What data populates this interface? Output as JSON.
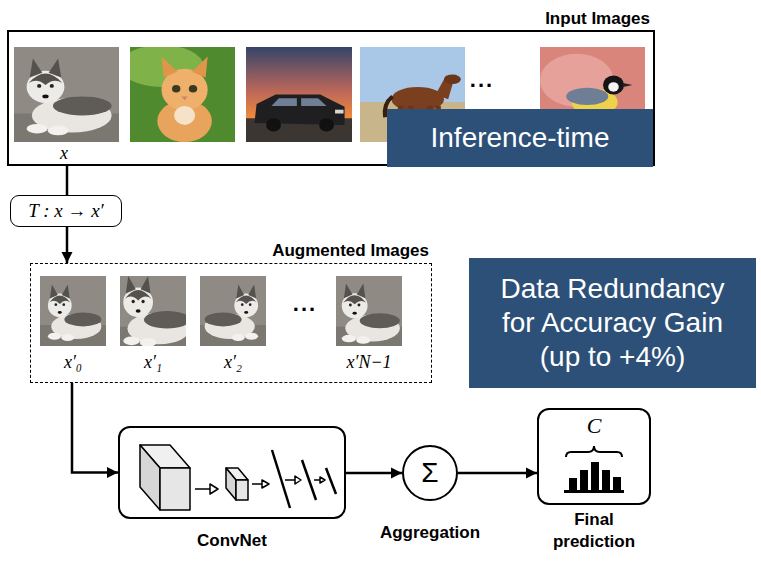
{
  "diagram": {
    "nodes": [
      {
        "text": [
          "Input Images"
        ]
      },
      {
        "text": [
          "Inference-time"
        ],
        "in": 0
      },
      {
        "text": [
          "T : x → x′"
        ]
      },
      {
        "text": [
          "Augmented Images"
        ]
      },
      {
        "text": [
          "Data Redundancy for Accuracy Gain (up to +4%)"
        ]
      },
      {
        "text": [
          "ConvNet"
        ]
      },
      {
        "text": [
          "Σ",
          "Aggregation"
        ]
      },
      {
        "text": [
          "C",
          "Final prediction"
        ]
      }
    ],
    "edges": [
      {
        "from": 0,
        "to": 2,
        "arrow": "none"
      },
      {
        "from": 2,
        "to": 3,
        "arrow": "to"
      },
      {
        "from": 3,
        "to": 5,
        "arrow": "to"
      },
      {
        "from": 5,
        "to": 6,
        "arrow": "to"
      },
      {
        "from": 6,
        "to": 7,
        "arrow": "to"
      }
    ],
    "labels": [
      "...",
      "x",
      "x′₀",
      "x′₁",
      "x′₂",
      "...",
      "x′N−1"
    ]
  }
}
